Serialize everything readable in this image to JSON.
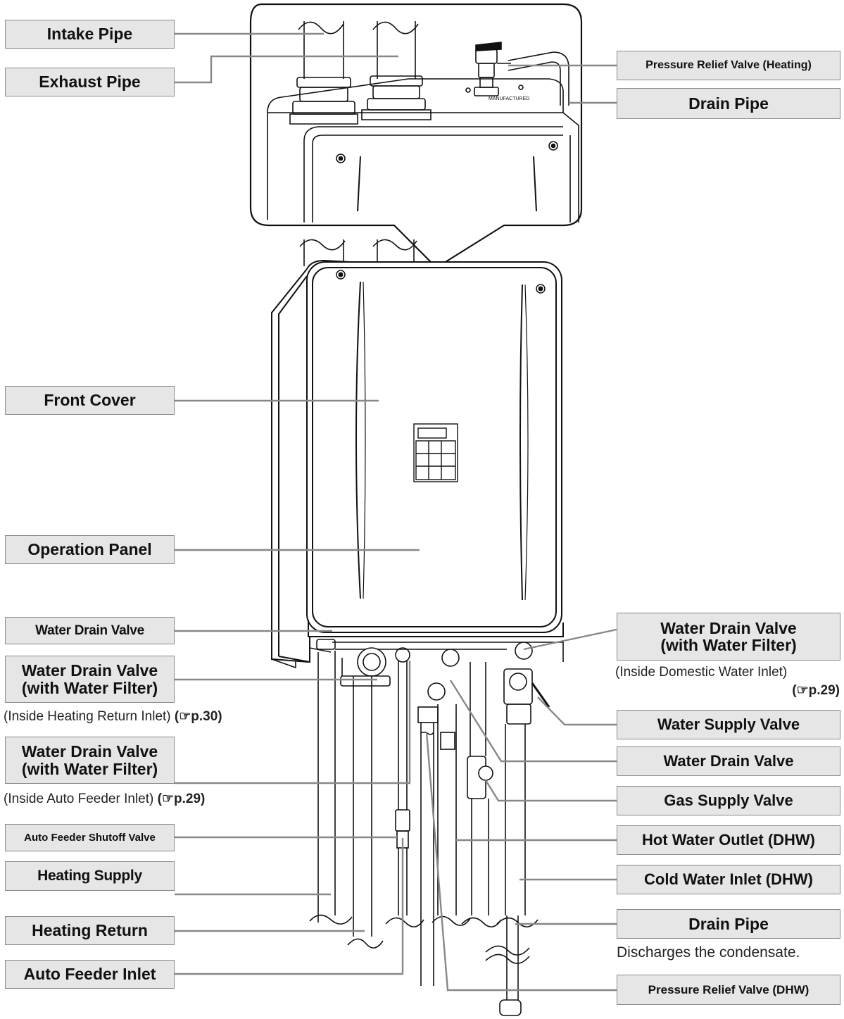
{
  "labels": {
    "intake_pipe": "Intake Pipe",
    "exhaust_pipe": "Exhaust Pipe",
    "prv_heating": "Pressure Relief Valve (Heating)",
    "drain_pipe_top": "Drain Pipe",
    "front_cover": "Front Cover",
    "operation_panel": "Operation Panel",
    "water_drain_valve_left": "Water Drain Valve",
    "wdv_filter_heating_1": "Water Drain Valve",
    "wdv_filter_heating_2": "(with Water Filter)",
    "wdv_filter_auto_1": "Water Drain Valve",
    "wdv_filter_auto_2": "(with Water Filter)",
    "auto_feeder_shutoff": "Auto Feeder Shutoff Valve",
    "heating_supply": "Heating Supply",
    "heating_return": "Heating Return",
    "auto_feeder_inlet": "Auto Feeder Inlet",
    "wdv_filter_domestic_1": "Water Drain Valve",
    "wdv_filter_domestic_2": "(with Water Filter)",
    "water_supply_valve": "Water Supply Valve",
    "water_drain_valve_right": "Water Drain Valve",
    "gas_supply_valve": "Gas Supply Valve",
    "hot_water_outlet": "Hot Water Outlet (DHW)",
    "cold_water_inlet": "Cold Water Inlet (DHW)",
    "drain_pipe_bottom": "Drain Pipe",
    "prv_dhw": "Pressure Relief Valve (DHW)"
  },
  "notes": {
    "heating_return_inlet": "(Inside Heating Return Inlet)",
    "heating_return_ref": "p.30)",
    "auto_feeder_inlet_note": "(Inside Auto Feeder Inlet)",
    "auto_feeder_ref": "p.29)",
    "domestic_inlet_note": "(Inside Domestic Water Inlet)",
    "domestic_ref": "p.29)",
    "condensate": "Discharges the condensate."
  },
  "icons": {
    "page_ref": "pointing-hand-icon"
  }
}
